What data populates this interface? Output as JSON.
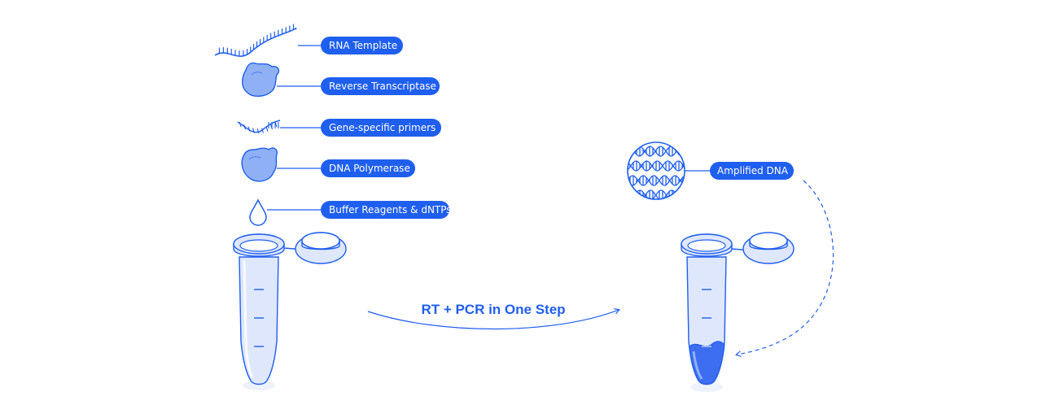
{
  "labels": {
    "rna_template": "RNA Template",
    "reverse_transcriptase": "Reverse Transcriptase",
    "gene_specific_primers": "Gene-specific primers",
    "dna_polymerase": "DNA Polymerase",
    "buffer_reagents": "Buffer Reagents & dNTPs",
    "amplified_dna": "Amplified DNA"
  },
  "process_label": "RT + PCR in One Step",
  "colors": {
    "accent": "#1f5ff0",
    "label_text": "#ffffff",
    "light_fill": "#dfe7fd",
    "mid_fill": "#8fb0f5",
    "liquid": "#3d6df0"
  },
  "icons": {
    "rna": "rna-strand-icon",
    "enzyme": "enzyme-blob-icon",
    "primer": "primer-strand-icon",
    "drop": "droplet-icon",
    "dna": "dna-helix-icon",
    "tube": "microcentrifuge-tube-icon"
  }
}
